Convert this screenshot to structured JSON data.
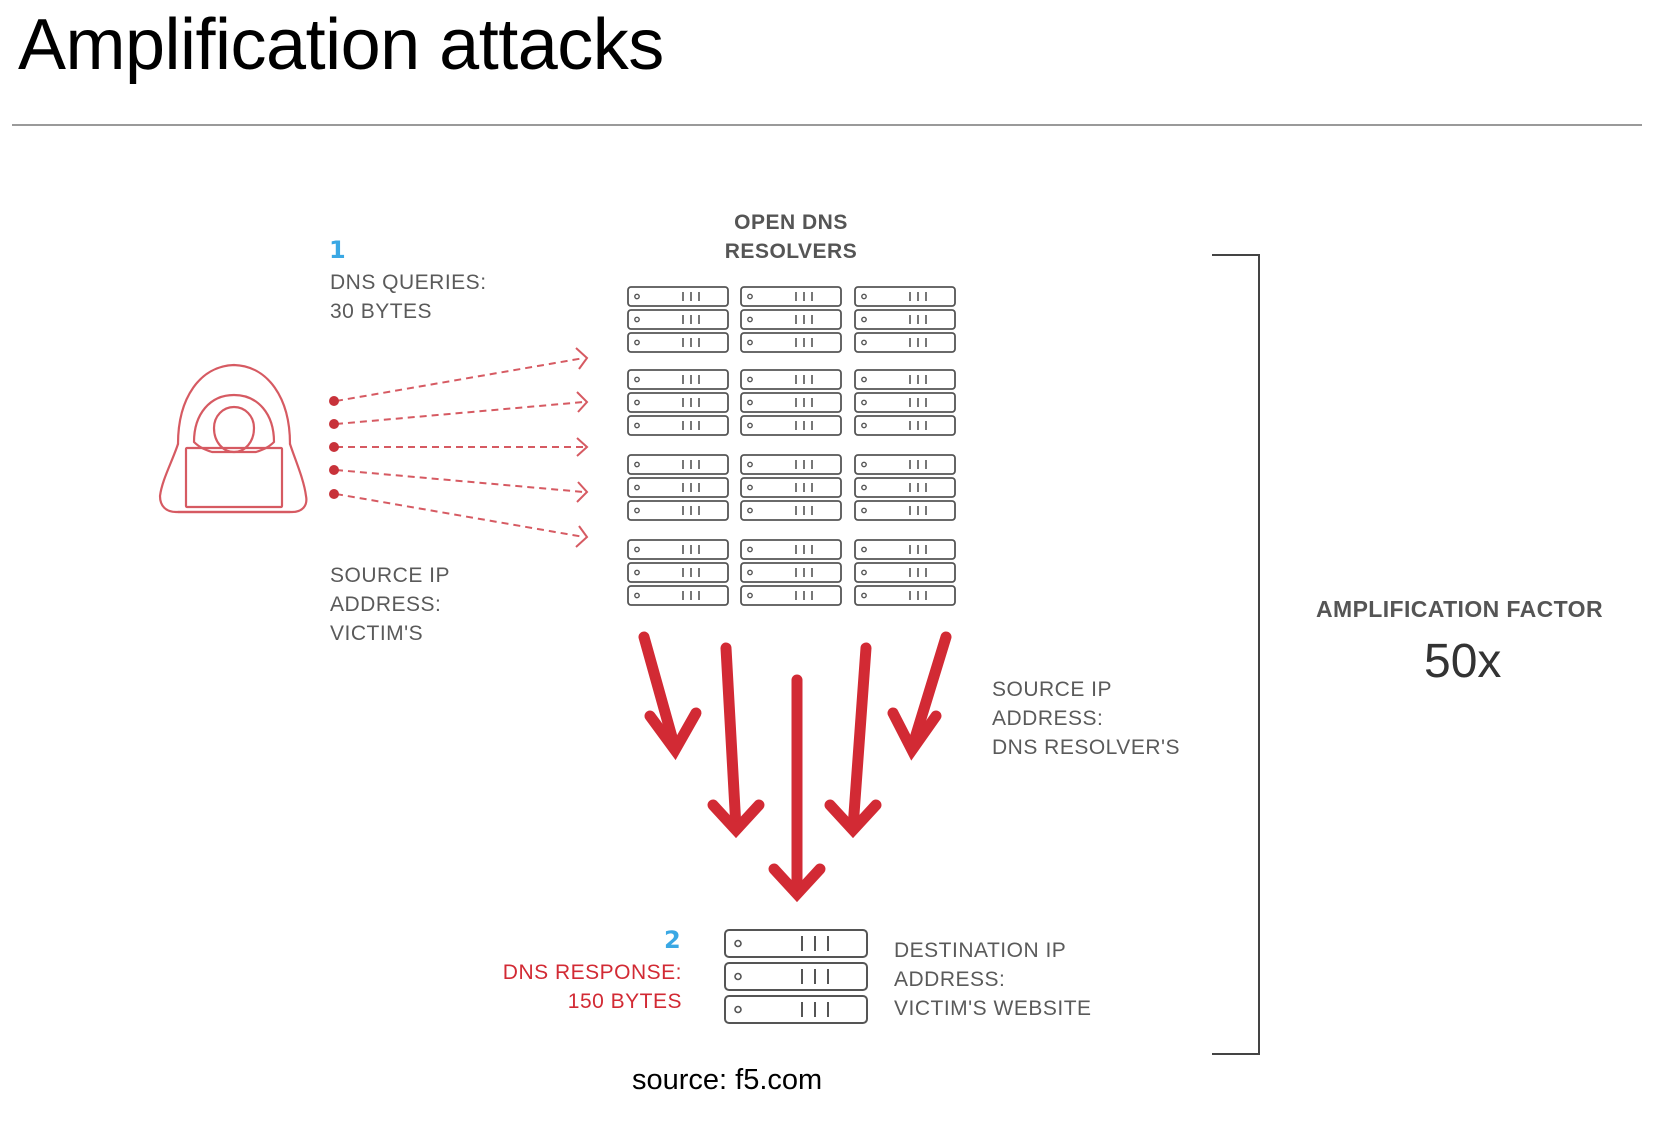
{
  "title": "Amplification attacks",
  "diagram": {
    "resolvers_label": [
      "OPEN DNS",
      "RESOLVERS"
    ],
    "step1": {
      "number": "1",
      "label": [
        "DNS QUERIES:",
        "30 BYTES"
      ]
    },
    "attacker_source": [
      "SOURCE IP",
      "ADDRESS:",
      "VICTIM'S"
    ],
    "resolver_source": [
      "SOURCE IP",
      "ADDRESS:",
      "DNS RESOLVER'S"
    ],
    "step2": {
      "number": "2",
      "label": [
        "DNS RESPONSE:",
        "150 BYTES"
      ]
    },
    "destination": [
      "DESTINATION IP",
      "ADDRESS:",
      "VICTIM'S WEBSITE"
    ],
    "amplification": {
      "title": "AMPLIFICATION FACTOR",
      "value": "50x"
    },
    "icons": [
      "hooded-attacker-icon",
      "server-rack-icon",
      "victim-server-icon"
    ],
    "colors": {
      "attack_red": "#d22a34",
      "attacker_outline": "#d65a62",
      "step_blue": "#3aa8e4",
      "server_gray": "#555555",
      "label_gray": "#5a5a5a"
    }
  },
  "source_note": "source: f5.com"
}
